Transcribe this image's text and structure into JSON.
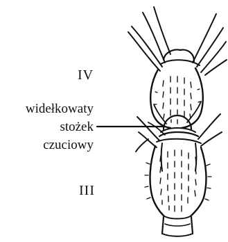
{
  "figure": {
    "segment_labels": {
      "upper": "IV",
      "lower": "III"
    },
    "callout": {
      "line1": "widełkowaty",
      "line2": "stożek",
      "line3": "czuciowy"
    },
    "ink_color": "#111111",
    "background_color": "#ffffff"
  }
}
